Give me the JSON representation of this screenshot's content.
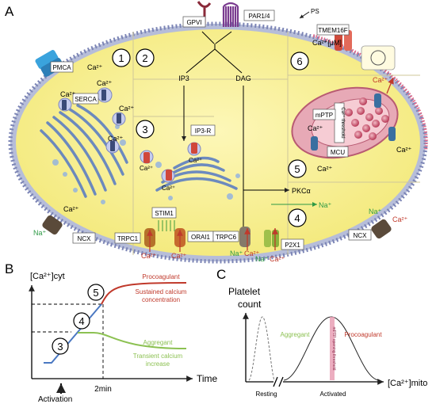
{
  "panel_labels": {
    "a": "A",
    "b": "B",
    "c": "C"
  },
  "panel_a": {
    "receptors": {
      "gpvi": "GPVI",
      "par": "PAR1/4",
      "ps": "PS",
      "tmem": "TMEM16F",
      "tmem_ca": "Ca²⁺[μM]"
    },
    "pathway": {
      "ip3": "IP3",
      "dag": "DAG",
      "pkc": "PKCα",
      "ip3r": "IP3-R"
    },
    "channels": {
      "pmca": "PMCA",
      "serca": "SERCA",
      "stim1": "STIM1",
      "orai1": "ORAI1",
      "trpc1": "TRPC1",
      "trpc6": "TRPC6",
      "p2x1": "P2X1",
      "ncx_left": "NCX",
      "ncx_right": "NCX",
      "mptp": "mPTP",
      "mcu": "MCU",
      "threshold": "Ca²⁺ threshold"
    },
    "ions": {
      "ca": "Ca²⁺",
      "na": "Na⁺"
    },
    "steps": [
      "1",
      "2",
      "3",
      "4",
      "5",
      "6"
    ]
  },
  "panel_b": {
    "y_axis": "[Ca²⁺]cyt",
    "x_axis": "Time",
    "activation": "Activation",
    "time_mark": "2min",
    "steps": [
      "3",
      "4",
      "5"
    ],
    "procoag_title": "Procoagulant",
    "procoag_sub1": "Sustained calcium",
    "procoag_sub2": "concentration",
    "aggreg_title": "Aggregant",
    "aggreg_sub1": "Transient calcium",
    "aggreg_sub2": "increase",
    "colors": {
      "procoagulant": "#c0392b",
      "aggregant": "#8cc152",
      "rise": "#4a78c2"
    }
  },
  "panel_c": {
    "y_axis_1": "Platelet",
    "y_axis_2": "count",
    "x_axis": "[Ca²⁺]mito",
    "resting": "Resting",
    "activated": "Activated",
    "aggregant": "Aggregant",
    "procoagulant": "Procoagulant",
    "threshold": "mPTP opening threshold"
  }
}
